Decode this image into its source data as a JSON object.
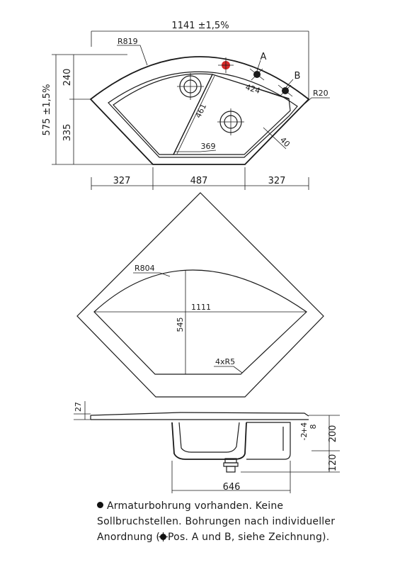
{
  "top_view": {
    "overall_width": "1141 ±1,5%",
    "overall_depth": "575 ±1,5%",
    "depth_upper": "240",
    "depth_lower": "335",
    "radius_outer": "R819",
    "radius_corner": "R20",
    "diag_424": "424",
    "diag_461": "461",
    "width_369": "369",
    "depth_40": "40",
    "bottom_left": "327",
    "bottom_mid": "487",
    "bottom_right": "327",
    "position_a": "A",
    "position_b": "B"
  },
  "cutout_view": {
    "radius": "R804",
    "width": "1111",
    "depth": "545",
    "corner_radius": "4xR5"
  },
  "section_view": {
    "rim_thickness": "27",
    "total_height": "200",
    "bowl_width": "646",
    "waste_height": "120",
    "rim_tolerance_top": "+4",
    "rim_tolerance_value": "8",
    "rim_tolerance_bottom": "-2"
  },
  "note": {
    "line1": "Armaturbohrung vorhanden. Keine",
    "line2": "Sollbruchstellen. Bohrungen nach individueller",
    "line3_prefix": "Anordnung (",
    "line3_suffix": "Pos. A und B, siehe Zeichnung)."
  },
  "colors": {
    "line": "#1a1a1a",
    "tap_hole": "#d62828"
  }
}
